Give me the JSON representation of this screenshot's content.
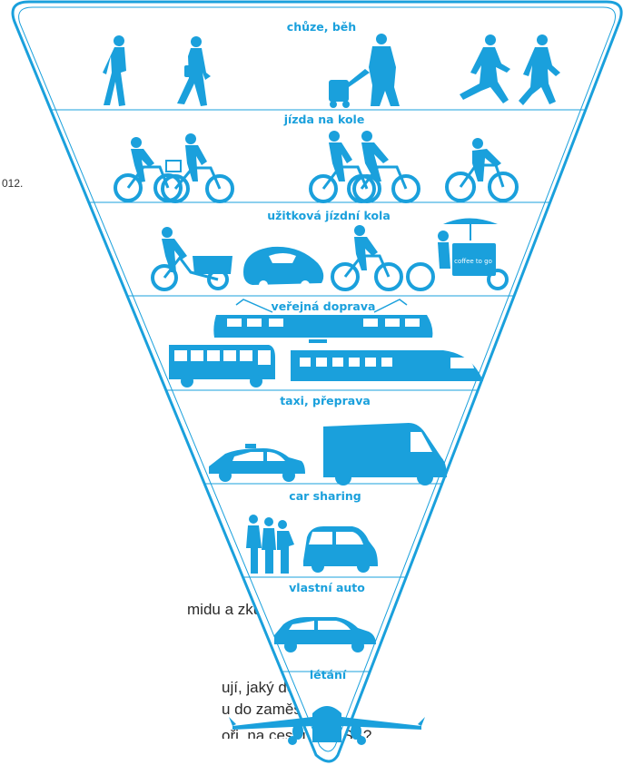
{
  "diagram": {
    "accent": "#1aa0dc",
    "levels": [
      {
        "label": "chůze, běh",
        "icons": [
          "walking-person-icon",
          "walking-person-icon",
          "person-with-shopping-trolley-icon",
          "running-person-icon",
          "running-person-icon"
        ]
      },
      {
        "label": "jízda na kole",
        "icons": [
          "cyclist-icon",
          "cyclist-icon",
          "cyclist-icon",
          "cyclist-icon",
          "road-cyclist-icon"
        ]
      },
      {
        "label": "užitková jízdní kola",
        "icons": [
          "cargo-bike-icon",
          "velomobile-icon",
          "cyclist-icon",
          "coffee-bike-icon"
        ]
      },
      {
        "label": "veřejná doprava",
        "icons": [
          "tram-icon",
          "bus-icon",
          "train-icon"
        ]
      },
      {
        "label": "taxi, přeprava",
        "icons": [
          "taxi-icon",
          "delivery-van-icon"
        ]
      },
      {
        "label": "car sharing",
        "icons": [
          "people-group-icon",
          "hatchback-car-icon"
        ]
      },
      {
        "label": "vlastní auto",
        "icons": [
          "sedan-car-icon"
        ]
      },
      {
        "label": "létání",
        "icons": [
          "airplane-icon"
        ]
      }
    ],
    "coffee_cart_sign": "coffee to go"
  },
  "background": {
    "year_fragment": "012.",
    "text_lines": [
      "midu a zkus určit:",
      "ují, jaký dopravní",
      "u do zaměstnání",
      "oři, na cestu do USA?"
    ]
  }
}
